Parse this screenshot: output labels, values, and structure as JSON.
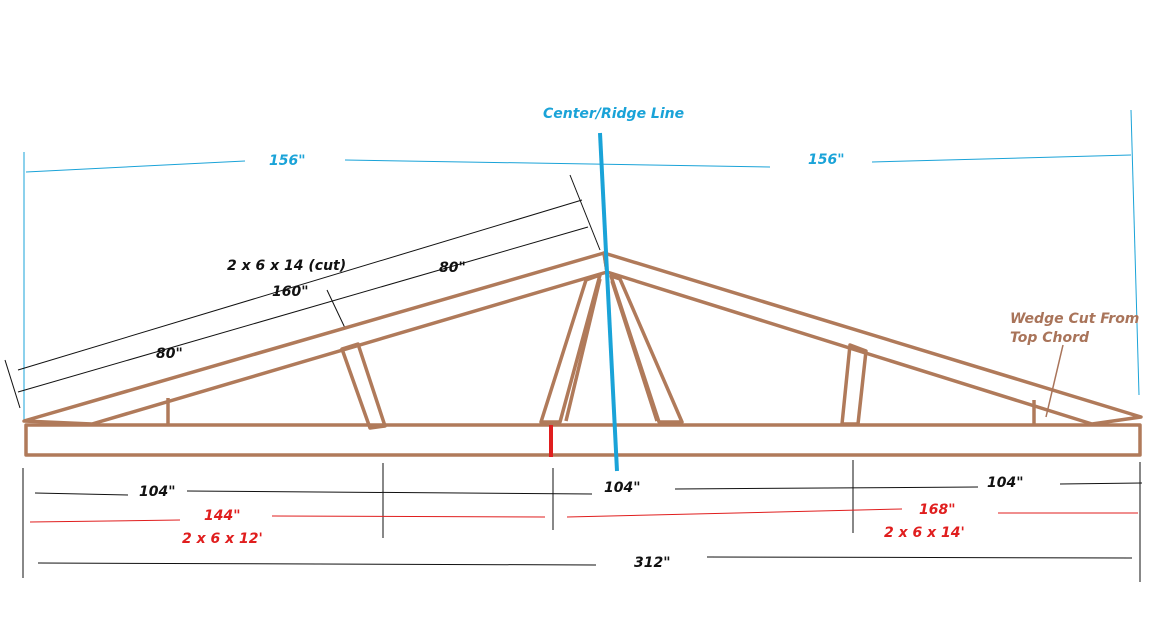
{
  "labels": {
    "center_line": "Center/Ridge Line",
    "top_left_half": "156\"",
    "top_right_half": "156\"",
    "chord_board": "2 x 6 x 14 (cut)",
    "chord_total": "160\"",
    "chord_upper_half": "80\"",
    "chord_lower_half": "80\"",
    "wedge_note_line1": "Wedge Cut From",
    "wedge_note_line2": "Top Chord",
    "bottom_seg1": "104\"",
    "bottom_seg2": "104\"",
    "bottom_seg3": "104\"",
    "board_left_len": "144\"",
    "board_left_size": "2 x 6 x 12'",
    "board_right_len": "168\"",
    "board_right_size": "2 x 6 x 14'",
    "total_span": "312\""
  },
  "colors": {
    "wood": "#b07a5a",
    "center_line": "#1aa3d8",
    "dimension_black": "#111111",
    "dimension_red": "#e01e1e",
    "note": "#a9745a"
  }
}
